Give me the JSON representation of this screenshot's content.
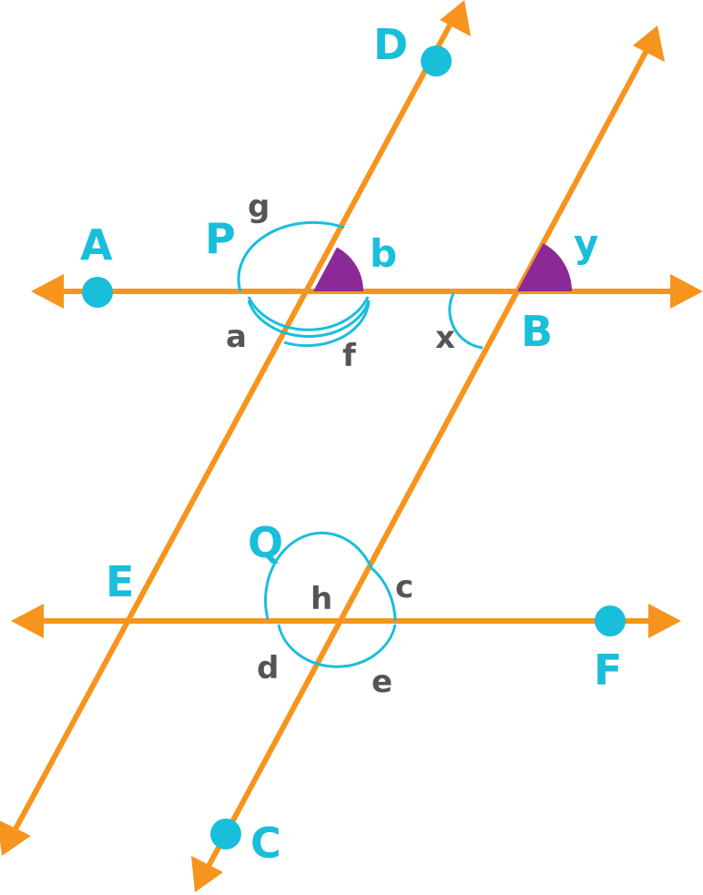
{
  "colors": {
    "line": "#f7941d",
    "point": "#19bedb",
    "arc": "#19bedb",
    "filled_angle": "#8b2a97",
    "angle_text": "#555555",
    "point_text": "#19bedb"
  },
  "points": {
    "A": "A",
    "B": "B",
    "C": "C",
    "D": "D",
    "E": "E",
    "F": "F",
    "P": "P",
    "Q": "Q"
  },
  "angles": {
    "a": "a",
    "b": "b",
    "c": "c",
    "d": "d",
    "e": "e",
    "f": "f",
    "g": "g",
    "h": "h",
    "x": "x",
    "y": "y"
  }
}
